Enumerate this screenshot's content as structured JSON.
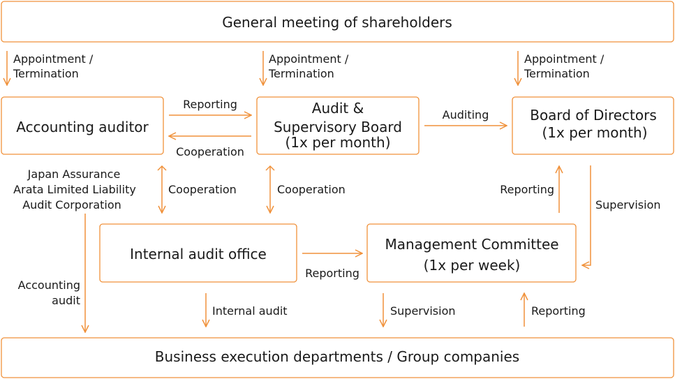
{
  "colors": {
    "accent": "#f0913a",
    "text": "#1a1a1a"
  },
  "nodes": {
    "shareholders": "General meeting of shareholders",
    "accounting_auditor": "Accounting auditor",
    "audit_board": [
      "Audit &",
      "Supervisory Board",
      "(1x per month)"
    ],
    "board_of_directors": [
      "Board of Directors",
      "(1x per month)"
    ],
    "internal_audit_office": "Internal audit office",
    "management_committee": [
      "Management Committee",
      "(1x per week)"
    ],
    "business_execution": "Business execution departments / Group companies"
  },
  "auditor_firm": [
    "Japan Assurance",
    "Arata Limited Liability",
    "Audit Corporation"
  ],
  "edges": {
    "appointment": [
      "Appointment /",
      "Termination"
    ],
    "reporting": "Reporting",
    "cooperation": "Cooperation",
    "auditing": "Auditing",
    "supervision": "Supervision",
    "accounting_audit": [
      "Accounting",
      "audit"
    ],
    "internal_audit": "Internal audit"
  }
}
